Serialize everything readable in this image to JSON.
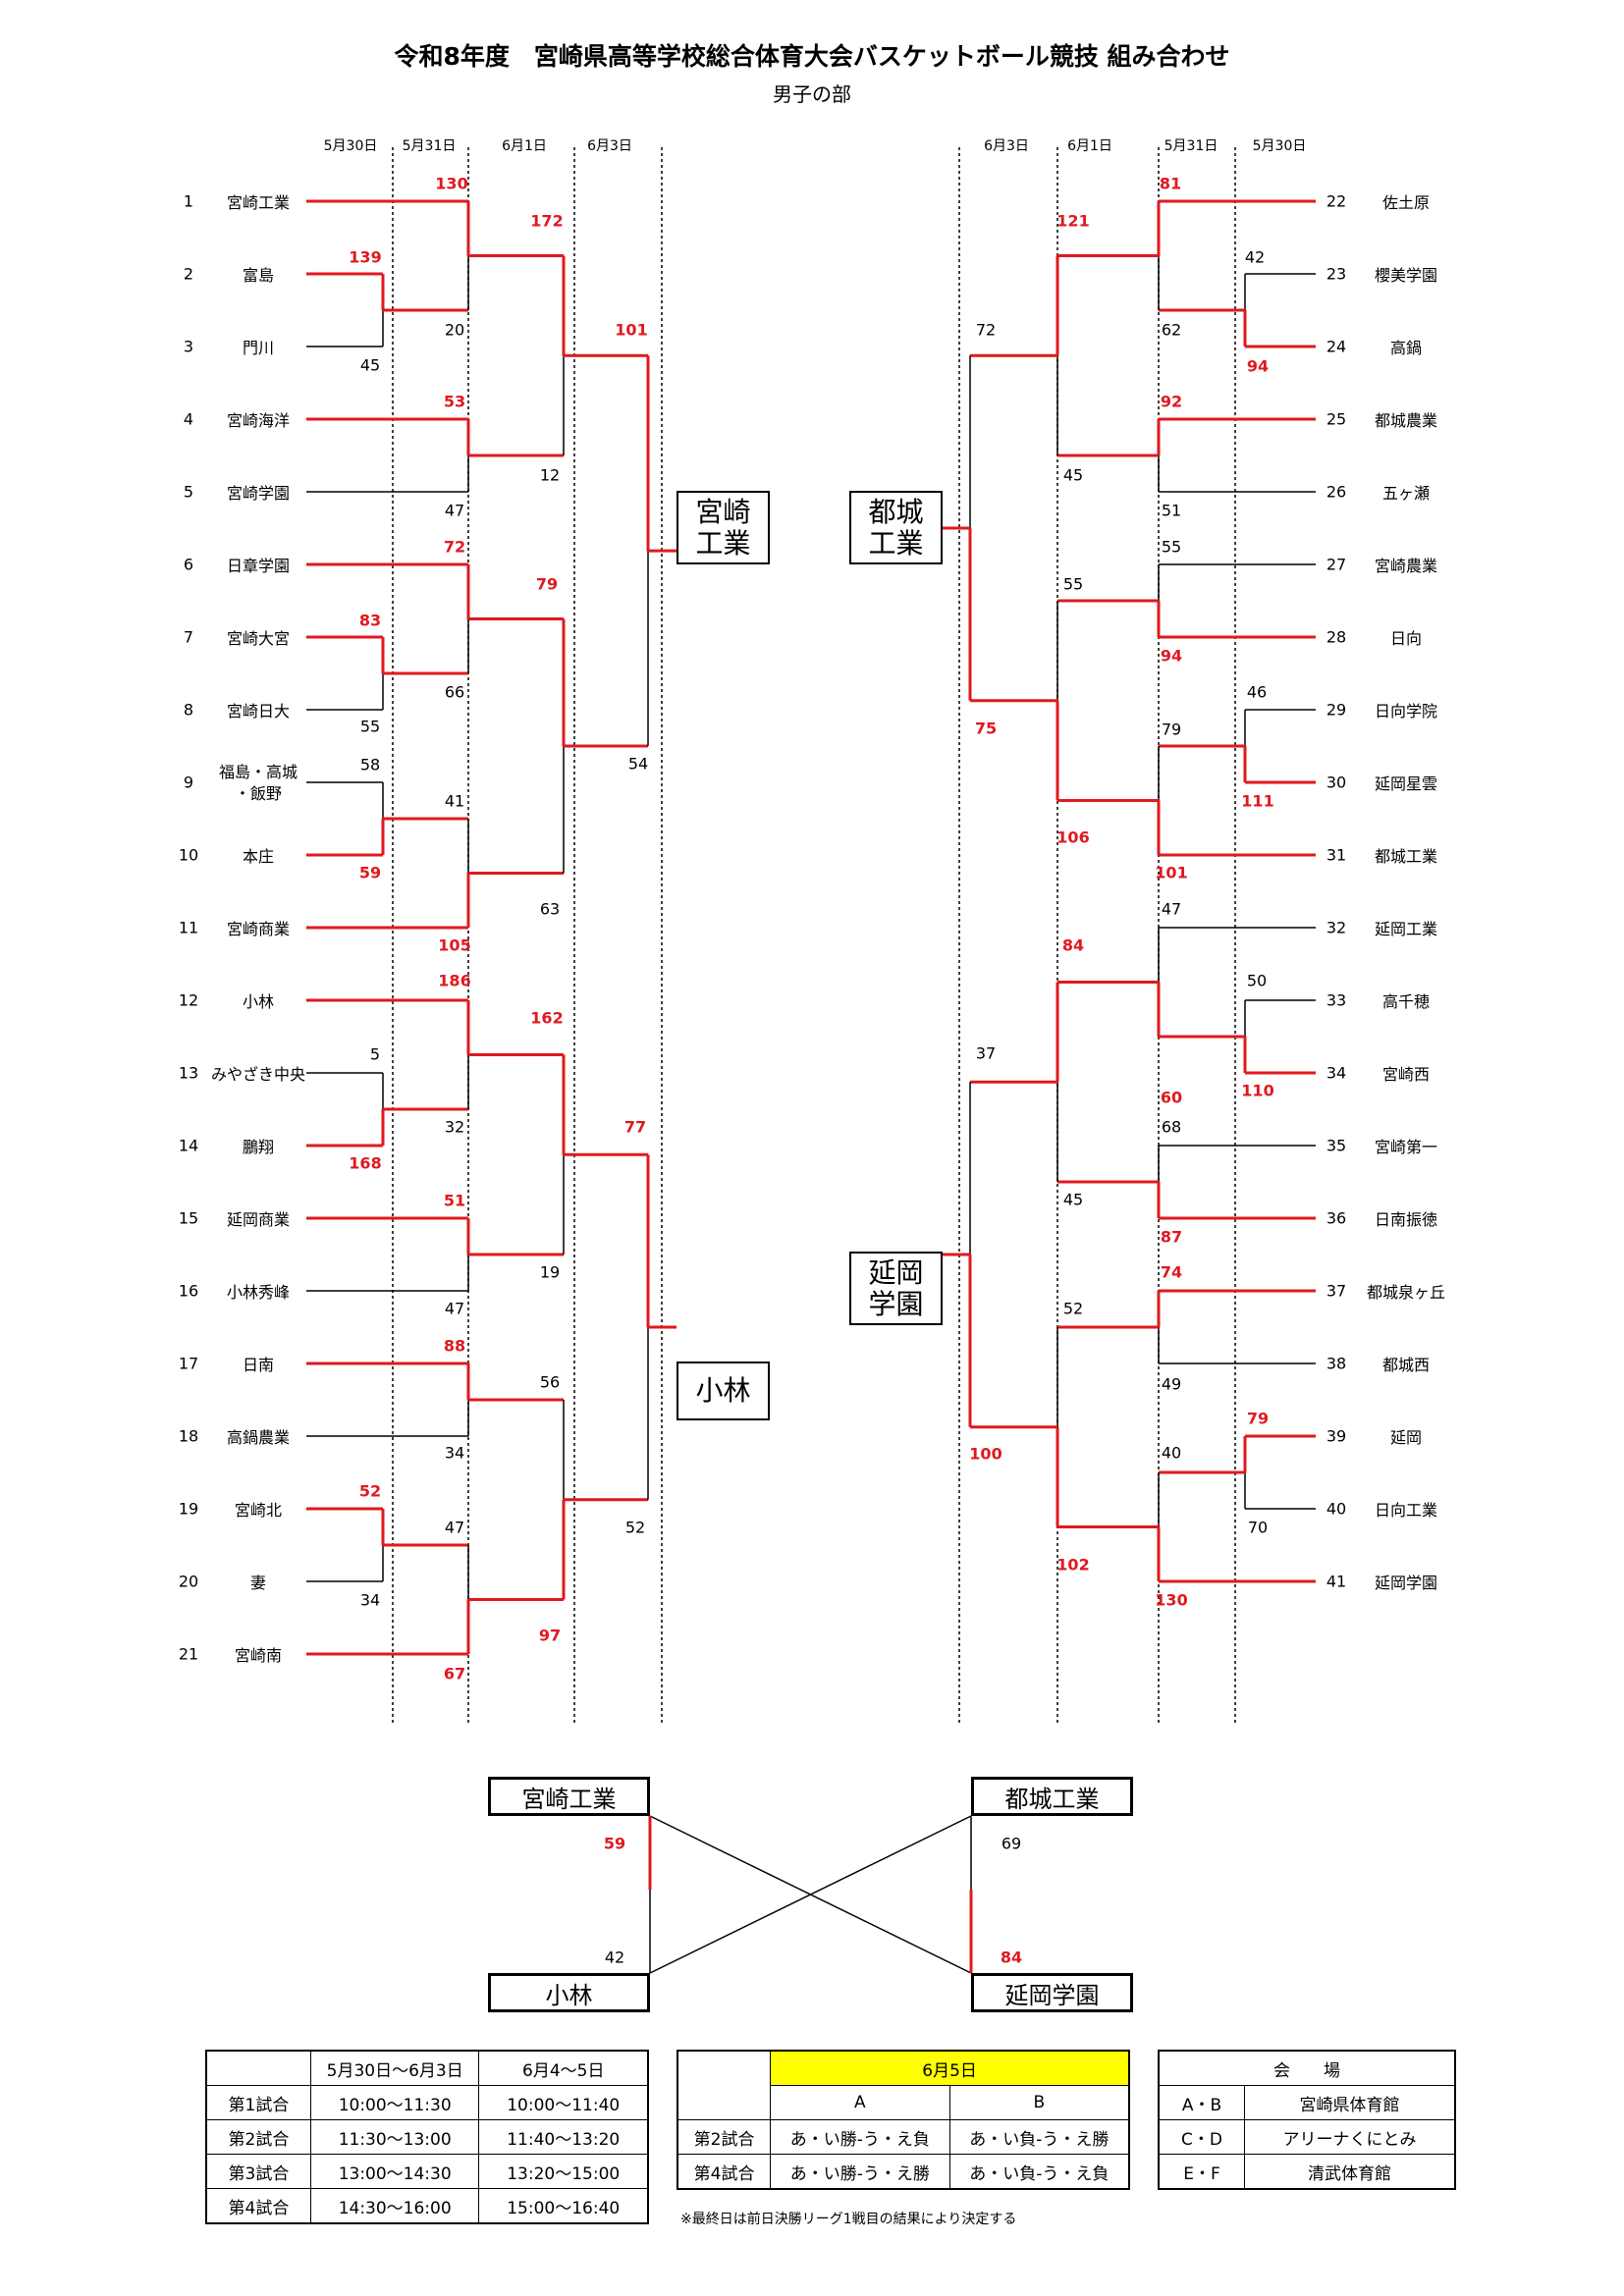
{
  "title": "令和8年度　宮崎県高等学校総合体育大会バスケットボール競技 組み合わせ",
  "subtitle": "男子の部",
  "dates_left": [
    "5月30日",
    "5月31日",
    "6月1日",
    "6月3日"
  ],
  "dates_right": [
    "6月3日",
    "6月1日",
    "5月31日",
    "5月30日"
  ],
  "left_teams": [
    {
      "no": "1",
      "name": "宮崎工業"
    },
    {
      "no": "2",
      "name": "富島"
    },
    {
      "no": "3",
      "name": "門川"
    },
    {
      "no": "4",
      "name": "宮崎海洋"
    },
    {
      "no": "5",
      "name": "宮崎学園"
    },
    {
      "no": "6",
      "name": "日章学園"
    },
    {
      "no": "7",
      "name": "宮崎大宮"
    },
    {
      "no": "8",
      "name": "宮崎日大"
    },
    {
      "no": "9",
      "name": "福島・高城",
      "name2": "・飯野"
    },
    {
      "no": "10",
      "name": "本庄"
    },
    {
      "no": "11",
      "name": "宮崎商業"
    },
    {
      "no": "12",
      "name": "小林"
    },
    {
      "no": "13",
      "name": "みやざき中央"
    },
    {
      "no": "14",
      "name": "鵬翔"
    },
    {
      "no": "15",
      "name": "延岡商業"
    },
    {
      "no": "16",
      "name": "小林秀峰"
    },
    {
      "no": "17",
      "name": "日南"
    },
    {
      "no": "18",
      "name": "高鍋農業"
    },
    {
      "no": "19",
      "name": "宮崎北"
    },
    {
      "no": "20",
      "name": "妻"
    },
    {
      "no": "21",
      "name": "宮崎南"
    }
  ],
  "right_teams": [
    {
      "no": "22",
      "name": "佐土原"
    },
    {
      "no": "23",
      "name": "櫻美学園"
    },
    {
      "no": "24",
      "name": "高鍋"
    },
    {
      "no": "25",
      "name": "都城農業"
    },
    {
      "no": "26",
      "name": "五ヶ瀬"
    },
    {
      "no": "27",
      "name": "宮崎農業"
    },
    {
      "no": "28",
      "name": "日向"
    },
    {
      "no": "29",
      "name": "日向学院"
    },
    {
      "no": "30",
      "name": "延岡星雲"
    },
    {
      "no": "31",
      "name": "都城工業"
    },
    {
      "no": "32",
      "name": "延岡工業"
    },
    {
      "no": "33",
      "name": "高千穂"
    },
    {
      "no": "34",
      "name": "宮崎西"
    },
    {
      "no": "35",
      "name": "宮崎第一"
    },
    {
      "no": "36",
      "name": "日南振徳"
    },
    {
      "no": "37",
      "name": "都城泉ヶ丘"
    },
    {
      "no": "38",
      "name": "都城西"
    },
    {
      "no": "39",
      "name": "延岡"
    },
    {
      "no": "40",
      "name": "日向工業"
    },
    {
      "no": "41",
      "name": "延岡学園"
    }
  ],
  "scores_left": [
    {
      "v": "130",
      "win": true
    },
    {
      "v": "139",
      "win": true
    },
    {
      "v": "20",
      "win": false
    },
    {
      "v": "45",
      "win": false
    },
    {
      "v": "172",
      "win": true
    },
    {
      "v": "101",
      "win": true
    },
    {
      "v": "53",
      "win": true
    },
    {
      "v": "12",
      "win": false
    },
    {
      "v": "47",
      "win": false
    },
    {
      "v": "72",
      "win": true
    },
    {
      "v": "79",
      "win": true
    },
    {
      "v": "83",
      "win": true
    },
    {
      "v": "66",
      "win": false
    },
    {
      "v": "55",
      "win": false
    },
    {
      "v": "54",
      "win": false
    },
    {
      "v": "58",
      "win": false
    },
    {
      "v": "41",
      "win": false
    },
    {
      "v": "59",
      "win": true
    },
    {
      "v": "63",
      "win": false
    },
    {
      "v": "105",
      "win": true
    },
    {
      "v": "186",
      "win": true
    },
    {
      "v": "162",
      "win": true
    },
    {
      "v": "5",
      "win": false
    },
    {
      "v": "32",
      "win": false
    },
    {
      "v": "168",
      "win": true
    },
    {
      "v": "77",
      "win": true
    },
    {
      "v": "51",
      "win": true
    },
    {
      "v": "19",
      "win": false
    },
    {
      "v": "47",
      "win": false
    },
    {
      "v": "88",
      "win": true
    },
    {
      "v": "56",
      "win": false
    },
    {
      "v": "34",
      "win": false
    },
    {
      "v": "52",
      "win": true
    },
    {
      "v": "47",
      "win": false
    },
    {
      "v": "52",
      "win": false
    },
    {
      "v": "34",
      "win": false
    },
    {
      "v": "97",
      "win": true
    },
    {
      "v": "67",
      "win": true
    }
  ],
  "scores_right": [
    {
      "v": "81",
      "win": true
    },
    {
      "v": "121",
      "win": true
    },
    {
      "v": "42",
      "win": false
    },
    {
      "v": "72",
      "win": false
    },
    {
      "v": "62",
      "win": false
    },
    {
      "v": "94",
      "win": true
    },
    {
      "v": "92",
      "win": true
    },
    {
      "v": "45",
      "win": false
    },
    {
      "v": "51",
      "win": false
    },
    {
      "v": "55",
      "win": false
    },
    {
      "v": "55",
      "win": false
    },
    {
      "v": "94",
      "win": true
    },
    {
      "v": "46",
      "win": false
    },
    {
      "v": "79",
      "win": false
    },
    {
      "v": "75",
      "win": true
    },
    {
      "v": "111",
      "win": true
    },
    {
      "v": "106",
      "win": true
    },
    {
      "v": "101",
      "win": true
    },
    {
      "v": "47",
      "win": false
    },
    {
      "v": "84",
      "win": true
    },
    {
      "v": "50",
      "win": false
    },
    {
      "v": "37",
      "win": false
    },
    {
      "v": "60",
      "win": true
    },
    {
      "v": "110",
      "win": true
    },
    {
      "v": "68",
      "win": false
    },
    {
      "v": "45",
      "win": false
    },
    {
      "v": "87",
      "win": true
    },
    {
      "v": "74",
      "win": true
    },
    {
      "v": "52",
      "win": false
    },
    {
      "v": "49",
      "win": false
    },
    {
      "v": "79",
      "win": true
    },
    {
      "v": "40",
      "win": false
    },
    {
      "v": "100",
      "win": true
    },
    {
      "v": "70",
      "win": false
    },
    {
      "v": "102",
      "win": true
    },
    {
      "v": "130",
      "win": true
    }
  ],
  "block_winners": {
    "top_left": "宮崎\n工業",
    "bottom_left": "小林",
    "top_right": "都城\n工業",
    "bottom_right": "延岡\n学園"
  },
  "final_league": {
    "tl": "宮崎工業",
    "tr": "都城工業",
    "bl": "小林",
    "br": "延岡学園",
    "scores": [
      {
        "v": "59",
        "win": true
      },
      {
        "v": "42",
        "win": false
      },
      {
        "v": "69",
        "win": false
      },
      {
        "v": "84",
        "win": true
      }
    ]
  },
  "schedule_table": {
    "headers": [
      "",
      "5月30日～6月3日",
      "6月4～5日"
    ],
    "rows": [
      [
        "第1試合",
        "10:00～11:30",
        "10:00～11:40"
      ],
      [
        "第2試合",
        "11:30～13:00",
        "11:40～13:20"
      ],
      [
        "第3試合",
        "13:00～14:30",
        "13:20～15:00"
      ],
      [
        "第4試合",
        "14:30～16:00",
        "15:00～16:40"
      ]
    ]
  },
  "day_table": {
    "date": "6月5日",
    "cols": [
      "A",
      "B"
    ],
    "rows": [
      [
        "第2試合",
        "あ・い勝-う・え負",
        "あ・い負-う・え勝"
      ],
      [
        "第4試合",
        "あ・い勝-う・え勝",
        "あ・い負-う・え負"
      ]
    ],
    "note": "※最終日は前日決勝リーグ1戦目の結果により決定する",
    "highlight": "#ffff00"
  },
  "venue_table": {
    "header": "会　　場",
    "rows": [
      [
        "A・B",
        "宮崎県体育館"
      ],
      [
        "C・D",
        "アリーナくにとみ"
      ],
      [
        "E・F",
        "清武体育館"
      ]
    ]
  },
  "colors": {
    "win": "#e0191f",
    "line": "#000000"
  }
}
